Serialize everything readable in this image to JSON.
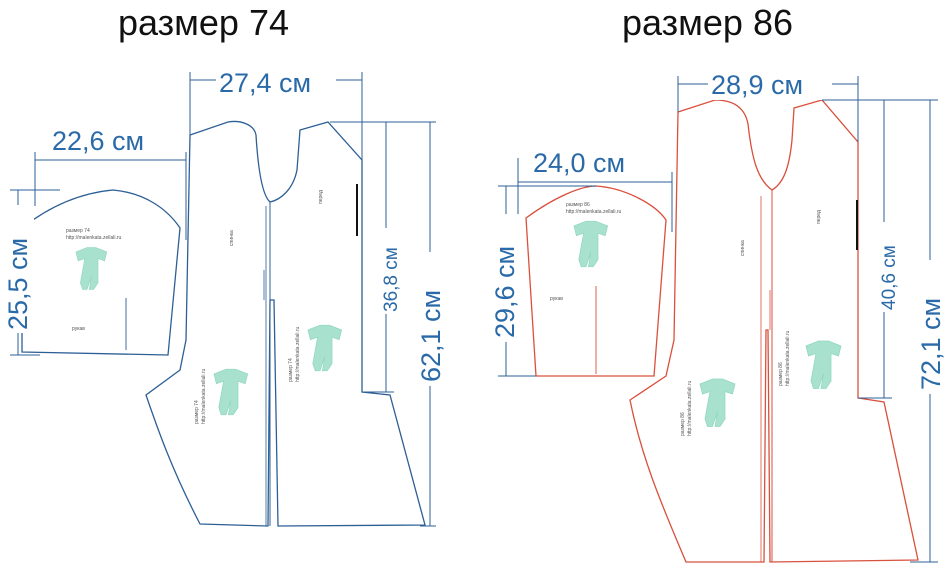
{
  "colors": {
    "blue": "#2d5f95",
    "dim_text": "#2a6aa8",
    "red": "#d9503c",
    "mint": "#a8e2cf",
    "mint_dark": "#7fd0b8",
    "title": "#111111"
  },
  "size74": {
    "title": "размер 74",
    "dims": {
      "body_width": "27,4 см",
      "sleeve_width": "22,6 см",
      "sleeve_height": "25,5 см",
      "front_height": "36,8 см",
      "total_height": "62,1 см"
    },
    "sleeve": {
      "label_size": "размер 74",
      "label_url": "http://malenkata.zellali.ru",
      "label_name": "рукав",
      "icon": "baby-romper-icon"
    },
    "body": {
      "label_side": "спинка",
      "label_front": "перед",
      "back_label_size": "размер 74",
      "back_label_url": "http://malenkata.zellali.ru",
      "front_label_size": "размер 74",
      "front_label_url": "http://malenkata.zellali.ru",
      "icon": "baby-romper-icon"
    }
  },
  "size86": {
    "title": "размер 86",
    "dims": {
      "body_width": "28,9 см",
      "sleeve_width": "24,0 см",
      "sleeve_height": "29,6 см",
      "front_height": "40,6 см",
      "total_height": "72,1 см"
    },
    "sleeve": {
      "label_size": "размер 86",
      "label_url": "http://malenkata.zellali.ru",
      "label_name": "рукав",
      "icon": "baby-romper-icon"
    },
    "body": {
      "label_side": "спинка",
      "label_front": "перед",
      "back_label_size": "размер 86",
      "back_label_url": "http://malenkata.zellali.ru",
      "front_label_size": "размер 86",
      "front_label_url": "http://malenkata.zellali.ru",
      "icon": "baby-romper-icon"
    }
  }
}
